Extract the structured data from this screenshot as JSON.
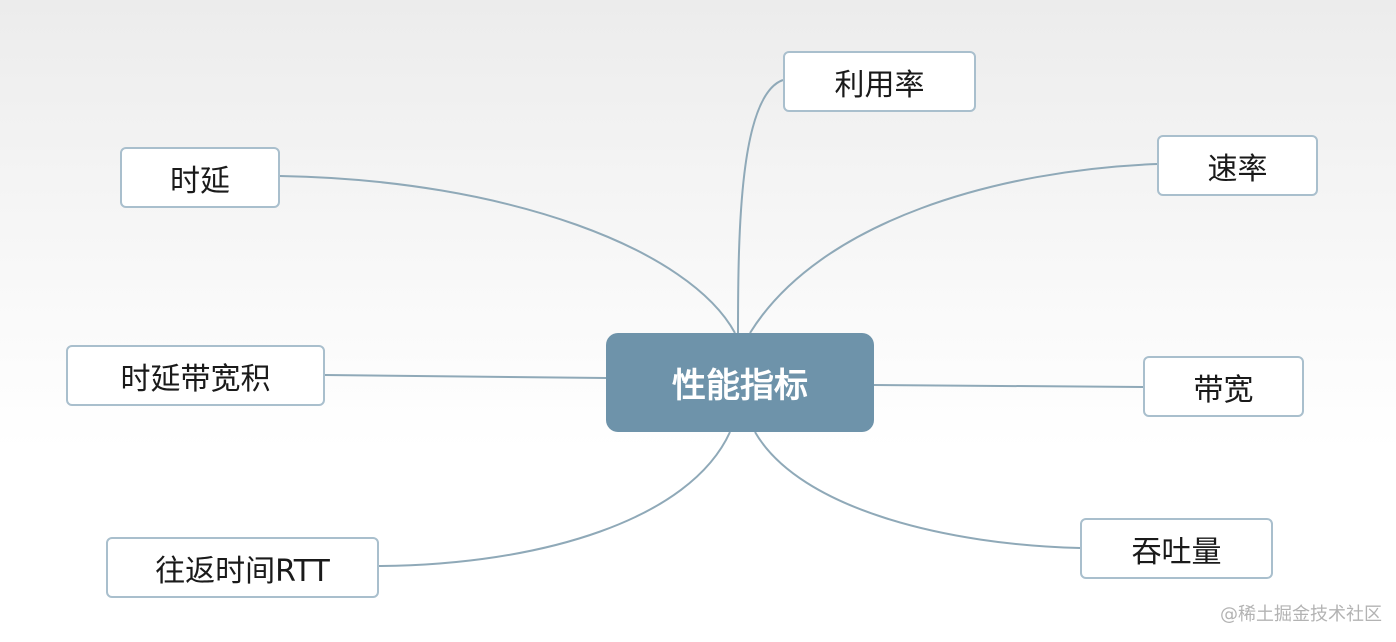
{
  "diagram": {
    "center": {
      "label": "性能指标"
    },
    "nodes": {
      "utilization": "利用率",
      "delay": "时延",
      "rate": "速率",
      "bandwidth_delay_product": "时延带宽积",
      "bandwidth": "带宽",
      "round_trip_time": "往返时间RTT",
      "throughput": "吞吐量"
    },
    "colors": {
      "center_fill": "#6e93aa",
      "node_border": "#a9bfcd",
      "connector": "#8fa9b8"
    }
  },
  "watermark": "@稀土掘金技术社区"
}
